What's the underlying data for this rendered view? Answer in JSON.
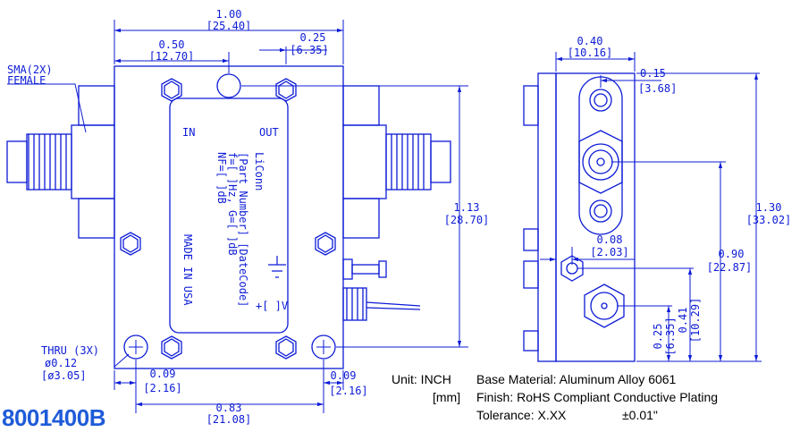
{
  "dimensions": {
    "overall_width": {
      "inch": "1.00",
      "mm": "[25.40]"
    },
    "center_offset": {
      "inch": "0.50",
      "mm": "[12.70]"
    },
    "hole_offset": {
      "inch": "0.25",
      "mm": "[6.35]"
    },
    "height": {
      "inch": "1.13",
      "mm": "[28.70]"
    },
    "hole_span": {
      "inch": "0.83",
      "mm": "[21.08]"
    },
    "edge_left": {
      "inch": "0.09",
      "mm": "[2.16]"
    },
    "edge_right": {
      "inch": "0.09",
      "mm": "[2.16]"
    },
    "side_width": {
      "inch": "0.40",
      "mm": "[10.16]"
    },
    "side_offset": {
      "inch": "0.15",
      "mm": "[3.68]"
    },
    "side_small": {
      "inch": "0.08",
      "mm": "[2.03]"
    },
    "side_height": {
      "inch": "1.30",
      "mm": "[33.02]"
    },
    "side_mid": {
      "inch": "0.90",
      "mm": "[22.87]"
    },
    "side_h1": {
      "inch": "0.41",
      "mm": "[10.29]"
    },
    "side_h2": {
      "inch": "0.25",
      "mm": "[6.35]"
    }
  },
  "callouts": {
    "sma_line1": "SMA(2X)",
    "sma_line2": "FEMALE",
    "thru_line1": "THRU (3X)",
    "thru_line2": "ø0.12",
    "thru_line3": "[ø3.05]"
  },
  "label_plate": {
    "in_label": "IN",
    "out_label": "OUT",
    "brand": "LiConn",
    "line1": "[Part Number] [DateCode]",
    "line2": "f=[ ]Hz, G=[ ]dB",
    "line3": "NF=[ ]dB",
    "made_in": "MADE IN USA",
    "power": "+[ ]V"
  },
  "part_number": "8001400B",
  "notes": {
    "unit_label": "Unit: INCH",
    "unit_mm": "[mm]",
    "base_material": "Base Material: Aluminum Alloy 6061",
    "finish": "Finish: RoHS Compliant Conductive Plating",
    "tolerance_label": "Tolerance: X.XX",
    "tolerance_value": "±0.01\""
  },
  "colors": {
    "drawing": "#0c1bd6",
    "part_number": "#1f5bd9",
    "notes": "#000000"
  }
}
